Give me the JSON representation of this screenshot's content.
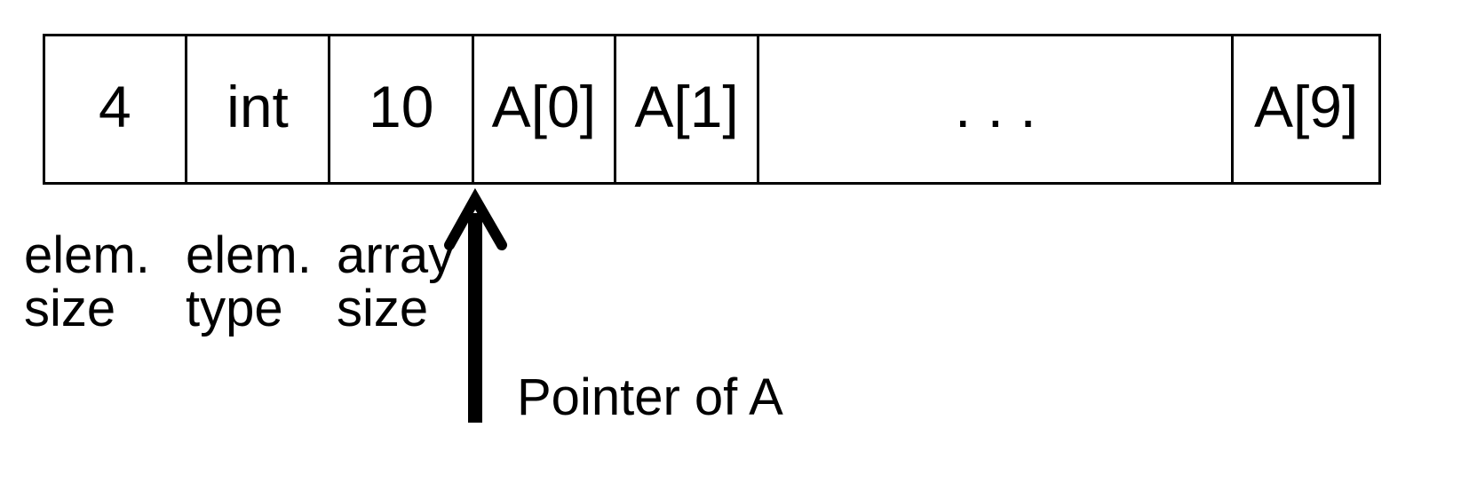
{
  "cells": [
    {
      "text": "4"
    },
    {
      "text": "int"
    },
    {
      "text": "10"
    },
    {
      "text": "A[0]"
    },
    {
      "text": "A[1]"
    },
    {
      "text": ". . ."
    },
    {
      "text": "A[9]"
    }
  ],
  "labels": {
    "elem_size": {
      "line1": "elem.",
      "line2": "size"
    },
    "elem_type": {
      "line1": "elem.",
      "line2": "type"
    },
    "array_size": {
      "line1": "array",
      "line2": "size"
    }
  },
  "pointer_label": "Pointer of A",
  "colors": {
    "line": "#000000",
    "background": "#ffffff"
  }
}
